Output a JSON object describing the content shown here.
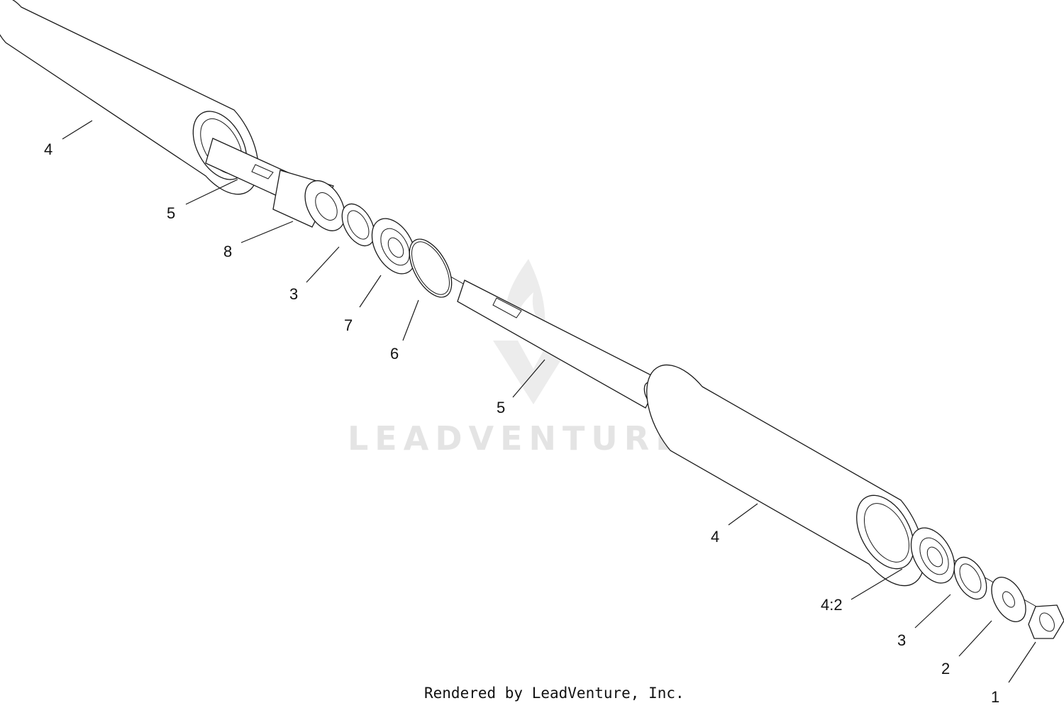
{
  "watermark": {
    "text": "LEADVENTURE"
  },
  "callouts": [
    {
      "id": "upper-roller-tube",
      "label": "4"
    },
    {
      "id": "upper-shaft",
      "label": "5"
    },
    {
      "id": "bearing-housing",
      "label": "8"
    },
    {
      "id": "upper-seal",
      "label": "3"
    },
    {
      "id": "upper-bearing",
      "label": "7"
    },
    {
      "id": "o-ring",
      "label": "6"
    },
    {
      "id": "center-shaft",
      "label": "5"
    },
    {
      "id": "lower-roller-tube",
      "label": "4"
    },
    {
      "id": "lower-bearing",
      "label": "4:2"
    },
    {
      "id": "lower-seal",
      "label": "3"
    },
    {
      "id": "washer",
      "label": "2"
    },
    {
      "id": "nut",
      "label": "1"
    }
  ],
  "footer": {
    "text": "Rendered by LeadVenture, Inc."
  }
}
